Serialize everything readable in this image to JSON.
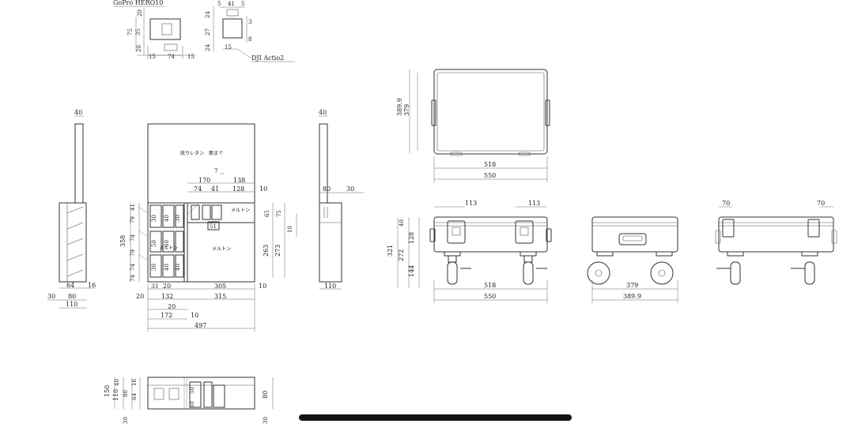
{
  "camera_detail": {
    "gopro_label": "GoPro HERO10",
    "gopro_dims": [
      "20",
      "75",
      "35",
      "20",
      "15",
      "74",
      "15"
    ],
    "dji_label": "DJI Actio2",
    "dji_dims": [
      "5",
      "41",
      "5",
      "24",
      "27",
      "24",
      "15",
      "3",
      "8"
    ]
  },
  "left_side": {
    "top": "40",
    "bottom": [
      "64",
      "16",
      "30",
      "80",
      "110"
    ]
  },
  "front": {
    "top_label": "底ウレタン　面まで",
    "dims_top": [
      "7",
      "170",
      "138",
      "74",
      "41",
      "128",
      "10"
    ],
    "dims_right": [
      "65",
      "75",
      "263",
      "273",
      "10"
    ],
    "dims_left": [
      "358",
      "41",
      "79",
      "74",
      "79",
      "74",
      "74"
    ],
    "dims_bottom": [
      "33",
      "20",
      "305",
      "10",
      "20",
      "132",
      "315",
      "20",
      "172",
      "10",
      "497"
    ],
    "mid_dim": "51",
    "felt": "メルトン",
    "inner_nums": [
      "30",
      "40",
      "50",
      "60",
      "30",
      "40",
      "30",
      "40"
    ]
  },
  "right_side": {
    "top": "40",
    "dims": [
      "80",
      "30"
    ],
    "bottom": "110"
  },
  "top_view": {
    "dims": [
      "389.9",
      "379",
      "518",
      "550"
    ]
  },
  "front_view": {
    "dims": [
      "113",
      "113",
      "40",
      "128",
      "321",
      "272",
      "144",
      "518",
      "550"
    ]
  },
  "side_view": {
    "dims": [
      "379",
      "389.9"
    ]
  },
  "end_view": {
    "dims": [
      "70",
      "70"
    ]
  },
  "bottom_section": {
    "dims": [
      "150",
      "110",
      "40",
      "80",
      "16",
      "64",
      "60",
      "50",
      "30",
      "80",
      "30"
    ]
  }
}
